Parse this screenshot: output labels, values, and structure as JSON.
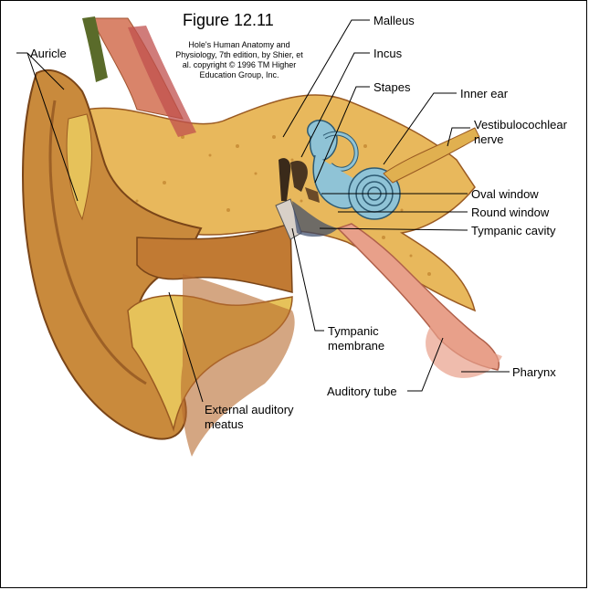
{
  "figure": {
    "title": "Figure 12.11",
    "credit": "Hole's Human Anatomy and Physiology, 7th edition, by Shier, et al. copyright © 1996 TM Higher Education Group, Inc."
  },
  "labels": {
    "auricle": "Auricle",
    "malleus": "Malleus",
    "incus": "Incus",
    "stapes": "Stapes",
    "inner_ear": "Inner ear",
    "vestibulocochlear_1": "Vestibulocochlear",
    "vestibulocochlear_2": "nerve",
    "oval_window": "Oval window",
    "round_window": "Round window",
    "tympanic_cavity": "Tympanic cavity",
    "tympanic_membrane_1": "Tympanic",
    "tympanic_membrane_2": "membrane",
    "pharynx": "Pharynx",
    "auditory_tube": "Auditory tube",
    "external_meatus_1": "External auditory",
    "external_meatus_2": "meatus"
  },
  "colors": {
    "skin": "#c98a3c",
    "skin_dark": "#9a5a22",
    "bone": "#e8b85c",
    "bone_spot": "#b5721f",
    "cochlea": "#8fc3d6",
    "tube_pink": "#e8a08a",
    "muscle": "#c0504d"
  }
}
